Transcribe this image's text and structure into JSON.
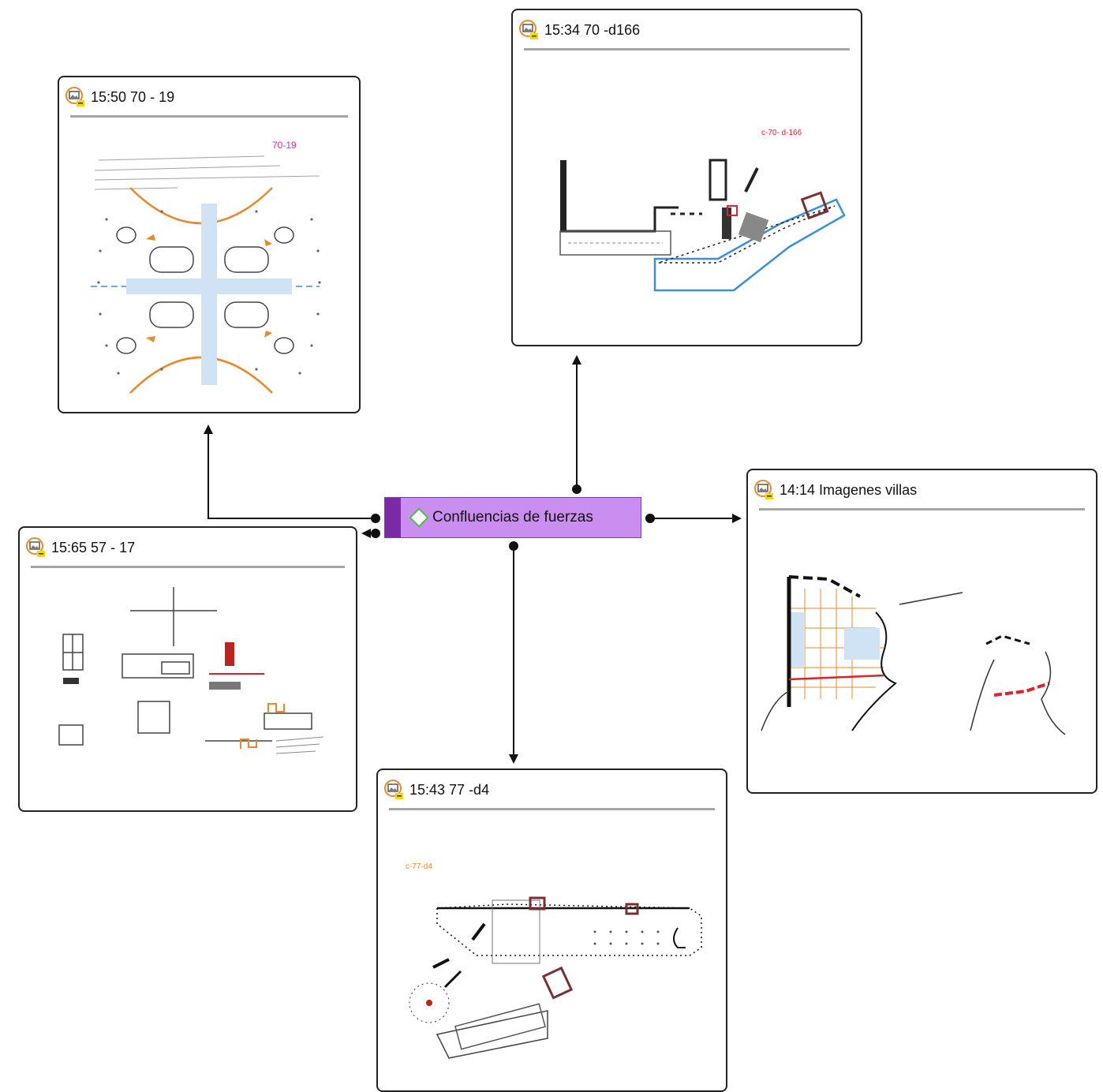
{
  "central_node": {
    "label": "Confluencias de fuerzas",
    "fill_color": "#c98ef0",
    "strip_color": "#7b2aa6",
    "icon": "diamond-code-icon"
  },
  "nodes": [
    {
      "id": "n1",
      "title": "15:34 70 -d166",
      "icon": "image-document-icon",
      "sketch_note": "c-70- d-166"
    },
    {
      "id": "n2",
      "title": "15:50 70 - 19",
      "icon": "image-document-icon",
      "sketch_note": "70-19"
    },
    {
      "id": "n3",
      "title": "15:65 57 - 17",
      "icon": "image-document-icon",
      "sketch_note": ""
    },
    {
      "id": "n4",
      "title": "14:14 Imagenes villas",
      "icon": "image-document-icon",
      "sketch_note": ""
    },
    {
      "id": "n5",
      "title": "15:43 77 -d4",
      "icon": "image-document-icon",
      "sketch_note": "c-77-d4"
    }
  ],
  "colors": {
    "border": "#222222",
    "rule": "#a5a5a5",
    "link": "#111111",
    "accent_orange": "#e8892b",
    "accent_blue": "#3b8fd6",
    "accent_red": "#e0202a",
    "accent_magenta": "#e0259a"
  }
}
